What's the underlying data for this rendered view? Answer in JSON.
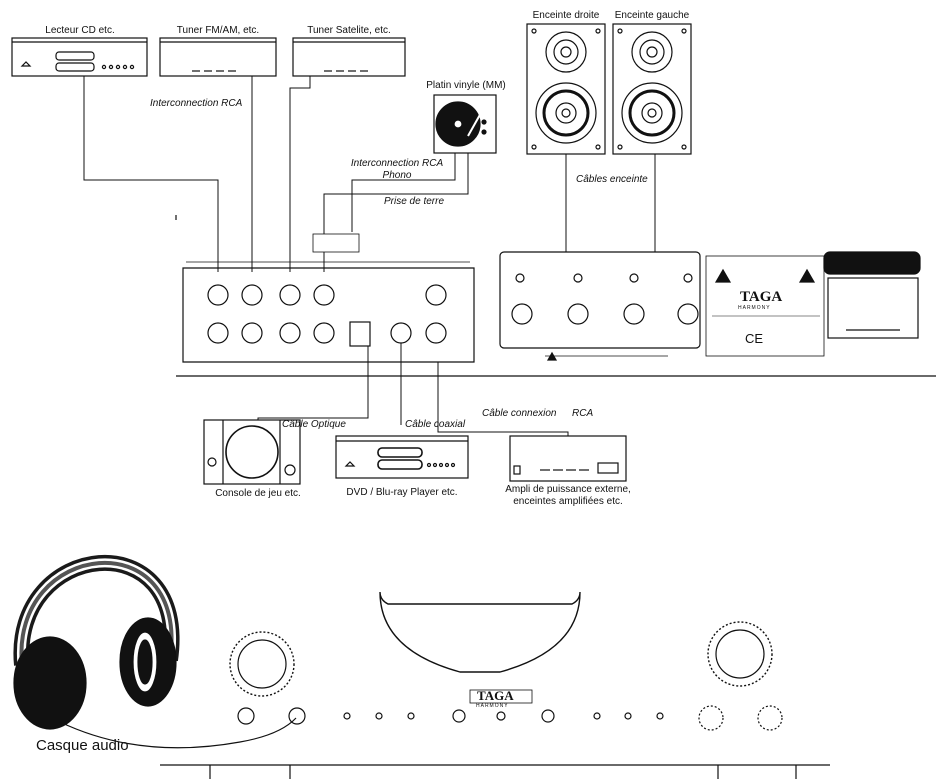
{
  "devices": {
    "cd_player": "Lecteur CD etc.",
    "tuner_fm": "Tuner FM/AM, etc.",
    "tuner_sat": "Tuner Satelite, etc.",
    "turntable": "Platin vinyle (MM)",
    "speaker_right": "Enceinte droite",
    "speaker_left": "Enceinte gauche",
    "game_console": "Console de jeu etc.",
    "dvd_player": "DVD / Blu-ray Player etc.",
    "power_amp_line1": "Ampli de puissance externe,",
    "power_amp_line2": "enceintes amplifiées etc.",
    "headphones": "Casque audio"
  },
  "cables": {
    "rca": "Interconnection RCA",
    "rca_phono_line1": "Interconnection RCA",
    "rca_phono_line2": "Phono",
    "ground": "Prise de terre",
    "speaker": "Câbles enceinte",
    "optical": "Câble Optique",
    "coaxial": "Câble coaxial",
    "rca_out_a": "Câble connexion",
    "rca_out_b": "RCA"
  },
  "brand": {
    "logo": "TAGA",
    "sub": "HARMONY",
    "ce": "CE"
  }
}
